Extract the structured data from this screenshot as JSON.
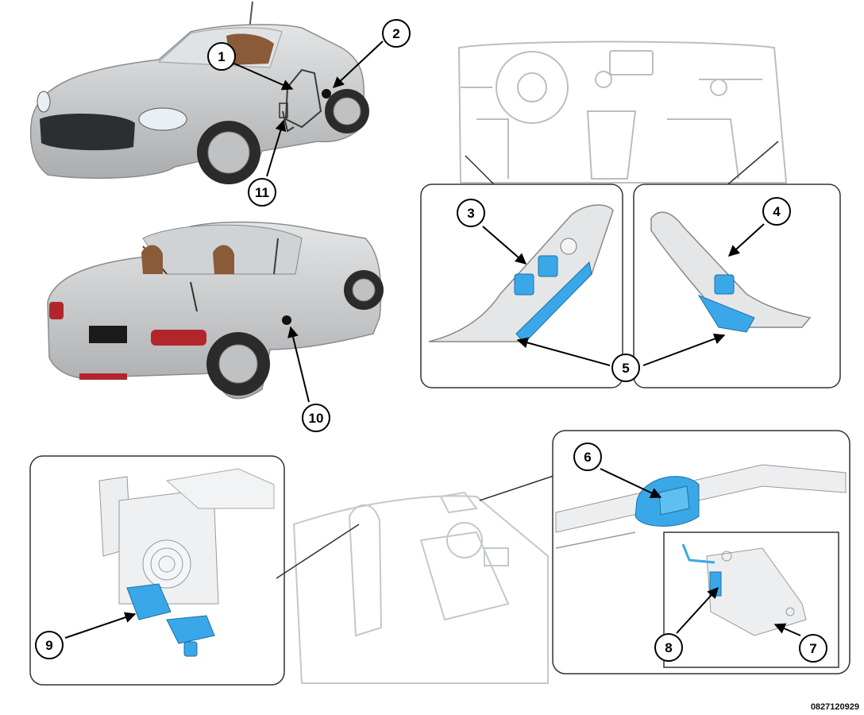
{
  "figure_id": "0827120929",
  "callouts": {
    "c1": "1",
    "c2": "2",
    "c3": "3",
    "c4": "4",
    "c5": "5",
    "c6": "6",
    "c7": "7",
    "c8": "8",
    "c9": "9",
    "c10": "10",
    "c11": "11"
  },
  "colors": {
    "component_blue": "#3aa8e8",
    "car_body": "#c9cacb",
    "panel_border": "#333333",
    "line_art": "#b9bec4"
  },
  "icons": {
    "front_car": "convertible-front-three-quarter",
    "rear_car": "convertible-rear-three-quarter",
    "dash": "dashboard-interior",
    "interior": "cabin-interior-view",
    "left_switch": "driver-window-switch-bezel",
    "right_switch": "passenger-window-switch-bezel",
    "latch": "top-latch-assembly",
    "seat_mech": "seat-recliner-mechanism",
    "roof_switch": "roof-header-switch"
  }
}
